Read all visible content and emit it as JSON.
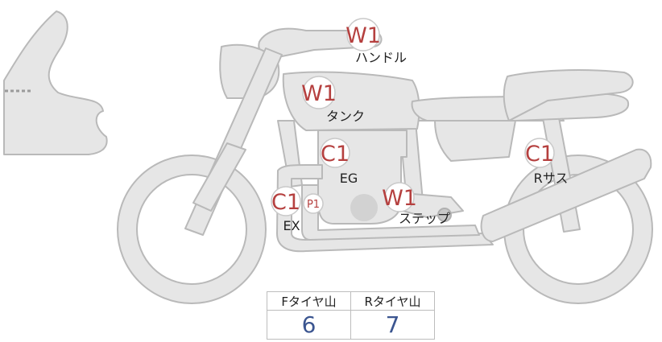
{
  "markers": [
    {
      "id": "handle",
      "code": "W1",
      "label": "ハンドル"
    },
    {
      "id": "tank",
      "code": "W1",
      "label": "タンク"
    },
    {
      "id": "engine",
      "code": "C1",
      "label": "EG"
    },
    {
      "id": "exhaust",
      "code": "C1",
      "label": "EX",
      "extra_code": "P1"
    },
    {
      "id": "step",
      "code": "W1",
      "label": "ステップ"
    },
    {
      "id": "rear-suspension",
      "code": "C1",
      "label": "Rサス"
    }
  ],
  "tire_table": {
    "headers": [
      "Fタイヤ山",
      "Rタイヤ山"
    ],
    "values": [
      "6",
      "7"
    ]
  },
  "colors": {
    "body_fill": "#e6e6e6",
    "outline": "#b9b9b9",
    "code_text": "#b5403f",
    "value_text": "#3b5590"
  }
}
